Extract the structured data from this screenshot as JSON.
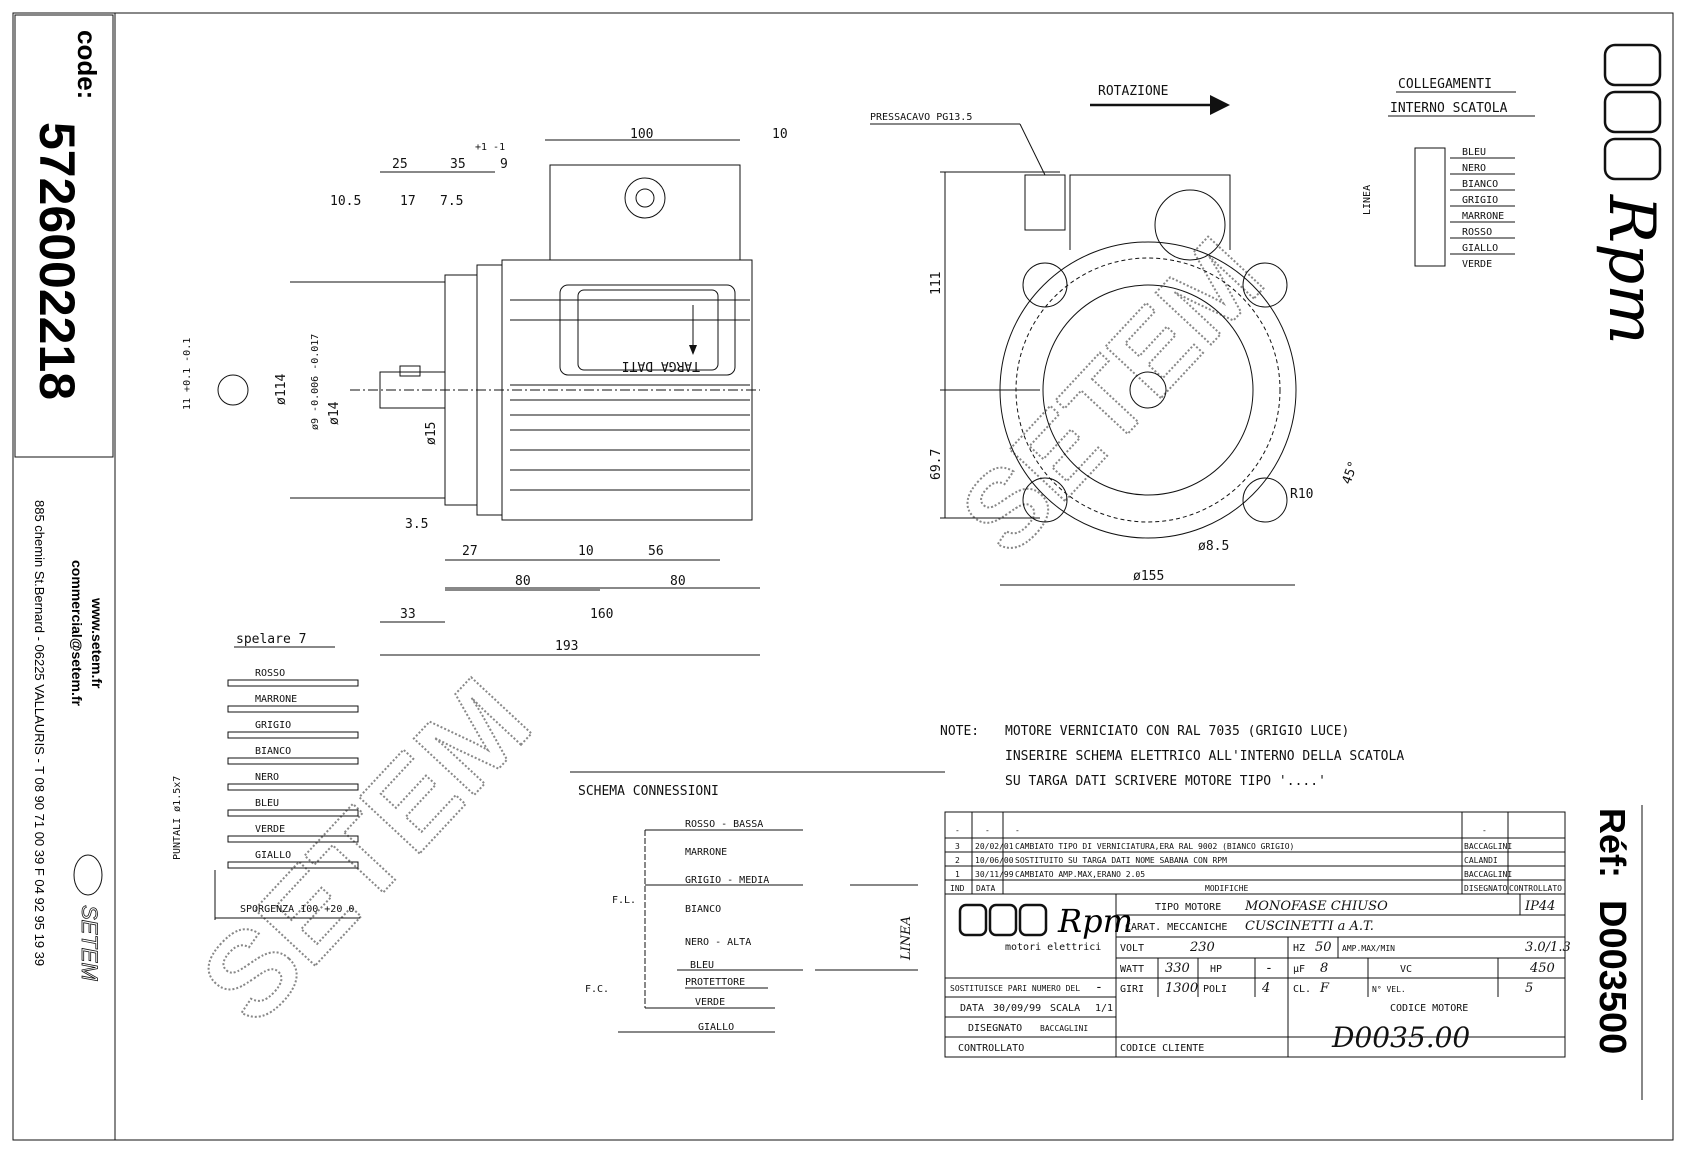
{
  "sidebar": {
    "code_label": "code:",
    "code_value": "5726002218",
    "website": "www.setem.fr",
    "email": "commercial@setem.fr",
    "address": "885 chemin St.Bernard  -  06225 VALLAURIS  -  T 08 90 71 00 39   F 04 92 95 19 39",
    "brand": "SETEM"
  },
  "watermark": "SETEM",
  "logo": {
    "brand": "Rpm",
    "subtitle": "motori elettrici"
  },
  "reference": {
    "label": "Réf:",
    "value": "D003500"
  },
  "side_view": {
    "plate_label": "TARGA DATI",
    "dims": [
      "100",
      "10",
      "25",
      "35",
      "+1 -1",
      "9",
      "10.5",
      "17",
      "7.5",
      "3.5",
      "27",
      "10",
      "56",
      "80",
      "80",
      "33",
      "160",
      "193",
      "ø114",
      "ø9 -0.006 -0.017",
      "ø14",
      "ø15",
      "11 +0.1 -0.1"
    ]
  },
  "front_view": {
    "rotation_label": "ROTAZIONE",
    "gland_label": "PRESSACAVO PG13.5",
    "linea_label": "LINEA",
    "dims": [
      "111",
      "69.7",
      "ø155",
      "ø8.5",
      "R10",
      "45°"
    ]
  },
  "internal_connections": {
    "title_line1": "COLLEGAMENTI",
    "title_line2": "INTERNO SCATOLA",
    "wires": [
      "BLEU",
      "NERO",
      "BIANCO",
      "GRIGIO",
      "MARRONE",
      "ROSSO",
      "GIALLO",
      "VERDE"
    ]
  },
  "leads": {
    "strip_label": "spelare 7",
    "terminals_label": "PUNTALI ø1.5x7",
    "protrusion_label": "SPORGENZA 100 +20 0",
    "wires": [
      "ROSSO",
      "MARRONE",
      "GRIGIO",
      "BIANCO",
      "NERO",
      "BLEU",
      "VERDE",
      "GIALLO"
    ]
  },
  "notes": {
    "label": "NOTE:",
    "lines": [
      "MOTORE VERNICIATO CON RAL 7035 (GRIGIO LUCE)",
      "INSERIRE SCHEMA ELETTRICO ALL'INTERNO DELLA SCATOLA",
      "SU TARGA DATI SCRIVERE MOTORE TIPO '....'"
    ]
  },
  "schema": {
    "title": "SCHEMA CONNESSIONI",
    "rows": [
      "ROSSO - BASSA",
      "MARRONE",
      "GRIGIO - MEDIA",
      "BIANCO",
      "NERO - ALTA",
      "BLEU",
      "PROTETTORE",
      "VERDE",
      "GIALLO"
    ],
    "fl_label": "F.L.",
    "fc_label": "F.C.",
    "line_label": "LINEA"
  },
  "title_block": {
    "revisions": [
      {
        "ind": "-",
        "date": "-",
        "text": "-",
        "drawn": "-"
      },
      {
        "ind": "3",
        "date": "20/02/01",
        "text": "CAMBIATO TIPO DI VERNICIATURA,ERA RAL 9002 (BIANCO GRIGIO)",
        "drawn": "BACCAGLINI"
      },
      {
        "ind": "2",
        "date": "10/06/00",
        "text": "SOSTITUITO SU TARGA DATI NOME SABANA CON RPM",
        "drawn": "CALANDI"
      },
      {
        "ind": "1",
        "date": "30/11/99",
        "text": "CAMBIATO AMP.MAX,ERANO 2.05",
        "drawn": "BACCAGLINI"
      }
    ],
    "headers": {
      "ind": "IND",
      "date": "DATA",
      "changes": "MODIFICHE",
      "drawn": "DISEGNATO",
      "checked": "CONTROLLATO"
    },
    "motor_type_label": "TIPO MOTORE",
    "motor_type": "MONOFASE CHIUSO",
    "ip": "IP44",
    "mech_label": "CARAT. MECCANICHE",
    "mech": "CUSCINETTI a A.T.",
    "volt_label": "VOLT",
    "volt": "230",
    "hz_label": "HZ",
    "hz": "50",
    "amp_label": "AMP.MAX/MIN",
    "amp": "3.0/1.3",
    "watt_label": "WATT",
    "watt": "330",
    "hp_label": "HP",
    "hp": "-",
    "uf_label": "µF",
    "uf": "8",
    "vc_label": "VC",
    "vc": "450",
    "replaces_label": "SOSTITUISCE PARI NUMERO DEL",
    "replaces": "-",
    "rpm_label": "GIRI",
    "rpm": "1300",
    "poles_label": "POLI",
    "poles": "4",
    "class_label": "CL.",
    "class": "F",
    "speeds_label": "N° VEL.",
    "speeds": "5",
    "date_label": "DATA",
    "date": "30/09/99",
    "scale_label": "SCALA",
    "scale": "1/1",
    "drawn_label": "DISEGNATO",
    "drawn": "BACCAGLINI",
    "checked_label": "CONTROLLATO",
    "client_code_label": "CODICE CLIENTE",
    "motor_code_label": "CODICE MOTORE",
    "motor_code": "D0035.00"
  }
}
